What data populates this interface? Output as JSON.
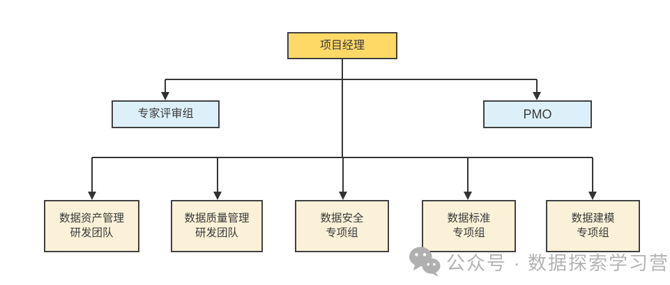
{
  "diagram": {
    "root": {
      "label": "项目经理"
    },
    "level2": [
      {
        "id": "expert-review-group",
        "label": "专家评审组"
      },
      {
        "id": "pmo",
        "label": "PMO"
      }
    ],
    "level3": [
      {
        "id": "data-asset-team",
        "line1": "数据资产管理",
        "line2": "研发团队"
      },
      {
        "id": "data-quality-team",
        "line1": "数据质量管理",
        "line2": "研发团队"
      },
      {
        "id": "data-security-group",
        "line1": "数据安全",
        "line2": "专项组"
      },
      {
        "id": "data-standard-group",
        "line1": "数据标准",
        "line2": "专项组"
      },
      {
        "id": "data-modeling-group",
        "line1": "数据建模",
        "line2": "专项组"
      }
    ],
    "colors": {
      "root_fill": "#FFD966",
      "level2_fill": "#DDF0FA",
      "level3_fill": "#FBF1D8",
      "border": "#404040",
      "line": "#333333",
      "text": "#3A3A3A"
    }
  },
  "watermark": {
    "icon": "wechat-icon",
    "text": "公众号 · 数据探索学习营",
    "color": "#B4B4B4"
  }
}
